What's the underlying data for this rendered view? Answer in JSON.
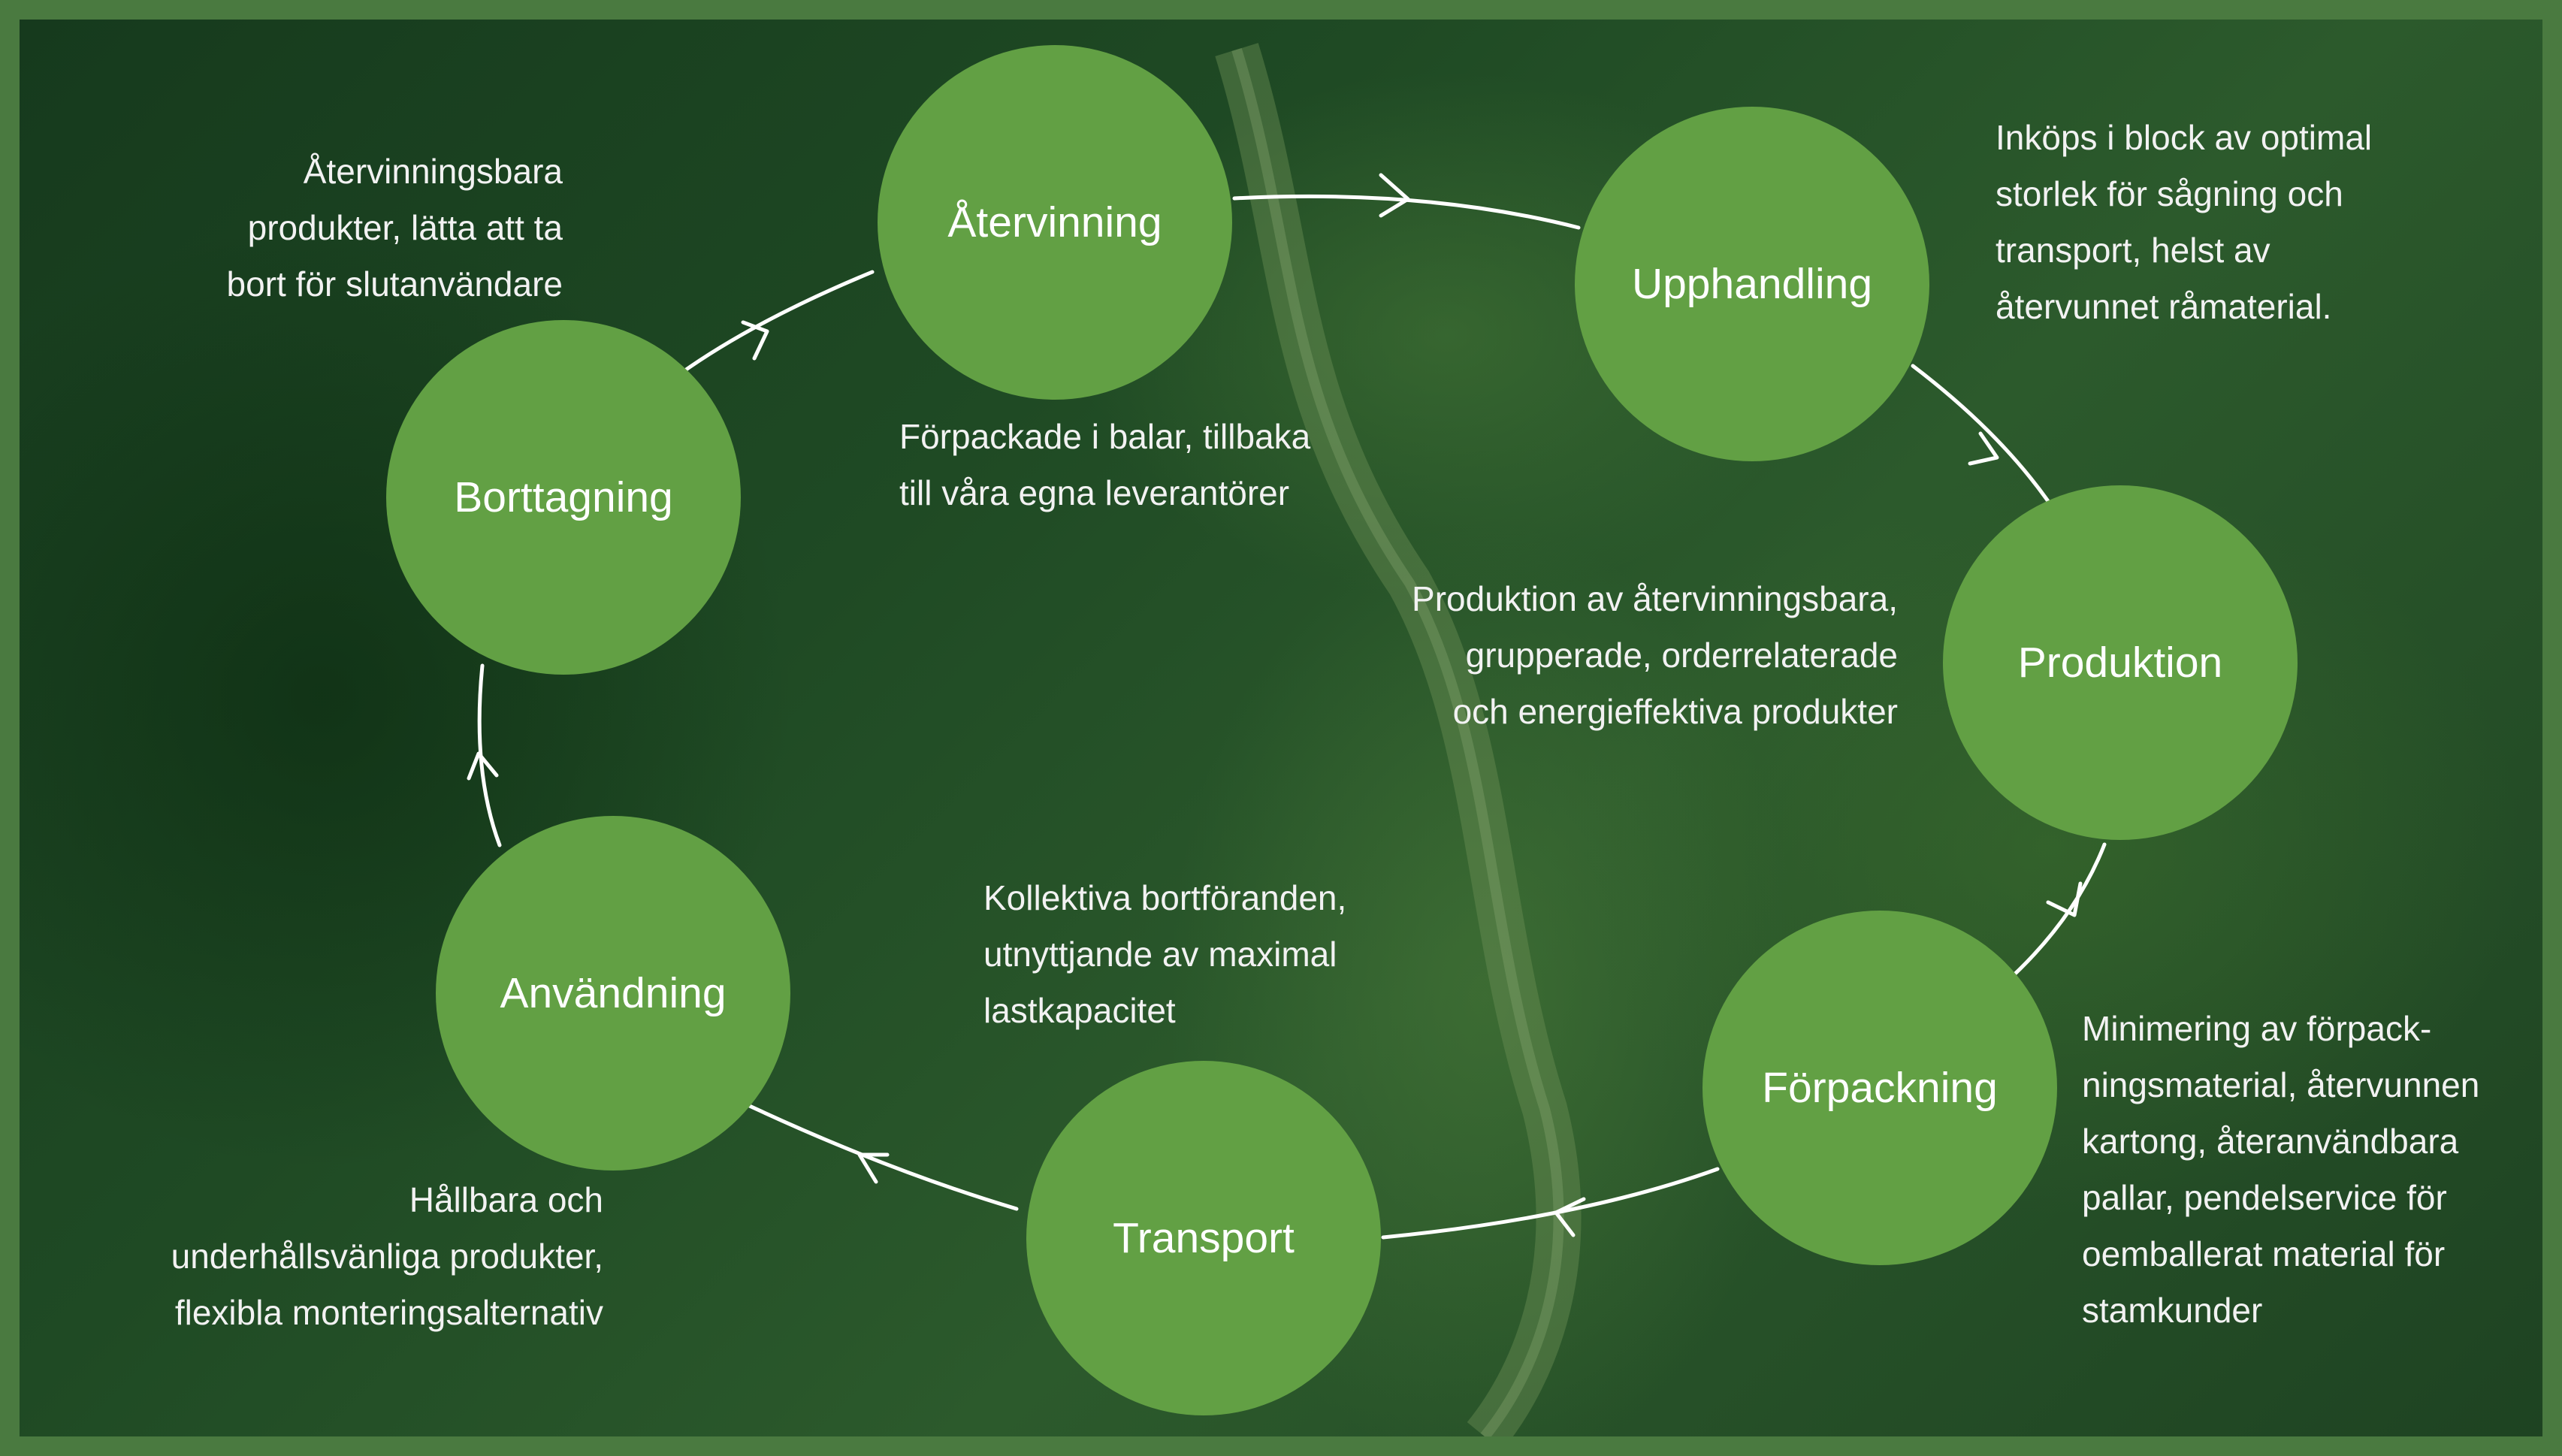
{
  "colors": {
    "frame": "#4a7a40",
    "node": "#62a044",
    "arrow": "#ffffff",
    "text": "#f2f2f2"
  },
  "stages": [
    {
      "label": "Återvinning"
    },
    {
      "label": "Upphandling"
    },
    {
      "label": "Produktion"
    },
    {
      "label": "Förpackning"
    },
    {
      "label": "Transport"
    },
    {
      "label": "Användning"
    },
    {
      "label": "Borttagning"
    }
  ],
  "descriptions": {
    "aatervinning": [
      "Förpackade i balar, tillbaka",
      "till våra egna leverantörer"
    ],
    "upphandling": [
      "Inköps i block av optimal",
      "storlek för sågning och",
      "transport, helst av",
      "återvunnet råmaterial."
    ],
    "produktion": [
      "Produktion av återvinningsbara,",
      "grupperade, orderrelaterade",
      "och energieffektiva produkter"
    ],
    "forpackning": [
      "Minimering av förpack-",
      "ningsmaterial, återvunnen",
      "kartong, återanvändbara",
      "pallar, pendelservice för",
      "oemballerat material för",
      "stamkunder"
    ],
    "transport": [
      "Kollektiva bortföranden,",
      "utnyttjande av maximal",
      "lastkapacitet"
    ],
    "anvandning": [
      "Hållbara och",
      "underhållsvänliga produkter,",
      "flexibla monteringsalternativ"
    ],
    "borttagning": [
      "Återvinningsbara",
      "produkter, lätta att ta",
      "bort för slutanvändare"
    ]
  }
}
